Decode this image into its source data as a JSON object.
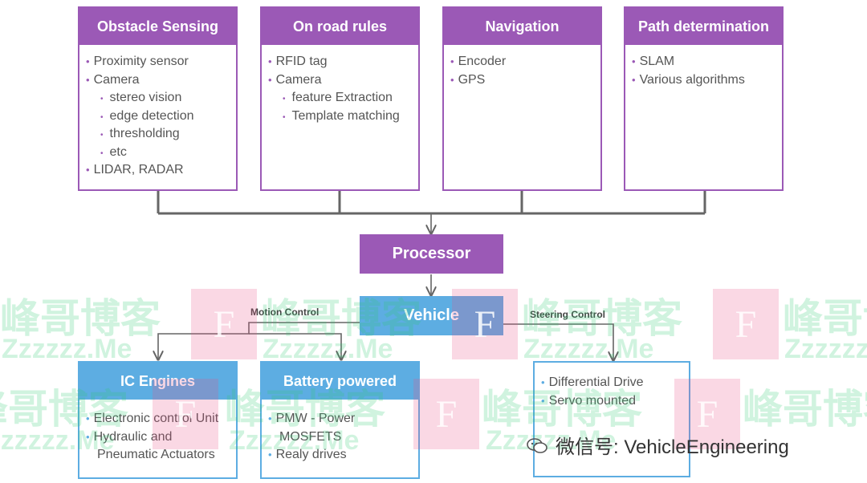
{
  "sensor_boxes": [
    {
      "title": "Obstacle Sensing",
      "items": [
        {
          "text": "Proximity sensor",
          "level": 1
        },
        {
          "text": "Camera",
          "level": 1
        },
        {
          "text": "stereo vision",
          "level": 2
        },
        {
          "text": "edge detection",
          "level": 2
        },
        {
          "text": "thresholding",
          "level": 2
        },
        {
          "text": "etc",
          "level": 2
        },
        {
          "text": "LIDAR, RADAR",
          "level": 1
        }
      ]
    },
    {
      "title": "On road rules",
      "items": [
        {
          "text": "RFID tag",
          "level": 1
        },
        {
          "text": "Camera",
          "level": 1
        },
        {
          "text": "feature Extraction",
          "level": 2
        },
        {
          "text": "Template matching",
          "level": 2
        }
      ]
    },
    {
      "title": "Navigation",
      "items": [
        {
          "text": "Encoder",
          "level": 1
        },
        {
          "text": "GPS",
          "level": 1
        }
      ]
    },
    {
      "title": "Path determination",
      "items": [
        {
          "text": "SLAM",
          "level": 1
        },
        {
          "text": "Various algorithms",
          "level": 1
        }
      ]
    }
  ],
  "processor": {
    "label": "Processor"
  },
  "vehicle": {
    "label": "Vehicle"
  },
  "branches": {
    "motion_control": "Motion Control",
    "steering_control": "Steering Control"
  },
  "actuator_boxes": [
    {
      "title": "IC Engines",
      "items": [
        {
          "text": "Electronic control Unit",
          "level": 1
        },
        {
          "text": "Hydraulic and",
          "level": 1
        },
        {
          "text": "Pneumatic Actuators",
          "level": 0
        }
      ]
    },
    {
      "title": "Battery powered",
      "items": [
        {
          "text": "PMW - Power",
          "level": 1
        },
        {
          "text": "MOSFETS",
          "level": 0
        },
        {
          "text": "Realy drives",
          "level": 1
        }
      ]
    },
    {
      "title": "",
      "items": [
        {
          "text": "Differential Drive",
          "level": 1
        },
        {
          "text": "Servo mounted",
          "level": 1
        }
      ]
    }
  ],
  "watermark": {
    "chinese": "峰哥博客",
    "latin": "Zzzzzz.Me",
    "letter": "F",
    "wechat_label": "微信号: VehicleEngineering"
  },
  "colors": {
    "purple": "#9b59b6",
    "blue": "#5dade2",
    "connector": "#666666",
    "watermark_green": "#2ecc71",
    "watermark_pink": "#e74c82"
  }
}
